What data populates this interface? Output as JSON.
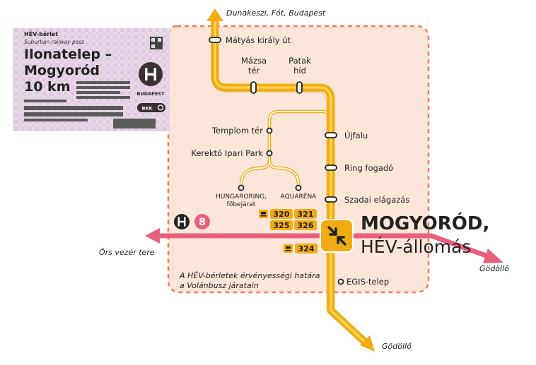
{
  "directions": {
    "north": "Dunakeszi, Fót, Budapest",
    "west": "Örs vezér tere",
    "east": "Gödöllő",
    "south": "Gödöllő"
  },
  "stations": {
    "matyas": "Mátyás király út",
    "mazsa_1": "Mázsa",
    "mazsa_2": "tér",
    "patak_1": "Patak",
    "patak_2": "híd",
    "ujfalu": "Újfalu",
    "ring": "Ring fogadó",
    "szadai": "Szadai elágazás",
    "egis": "EGIS-telep"
  },
  "bus_stops": {
    "templom": "Templom tér",
    "kerekto": "Kerektó Ipari Park",
    "hungaroring_1": "HUNGARORING,",
    "hungaroring_2": "főbejárat",
    "aquarena": "AQUARÉNA"
  },
  "routes": [
    "320",
    "321",
    "325",
    "326",
    "324"
  ],
  "hev_line": "8",
  "current_station": {
    "name": "MOGYORÓD,",
    "subtitle": "HÉV-állomás"
  },
  "validity_note": {
    "line1": "A HÉV-bérletek érvényességi határa",
    "line2": "a Volánbusz járatain"
  },
  "ticket": {
    "type": "HÉV-bérlet",
    "type_en": "Suburban railway pass",
    "route_line1": "Ilonatelep –",
    "route_line2": "Mogyoród",
    "distance": "10 km",
    "city": "BUDAPEST",
    "operator": "BKK"
  },
  "colors": {
    "hev_yellow": "#f2ac13",
    "hev_yellow_dark": "#d98e00",
    "hev_pink": "#e9607c",
    "zone_fill": "#fbe6d9",
    "zone_border": "#ee7d5d"
  }
}
